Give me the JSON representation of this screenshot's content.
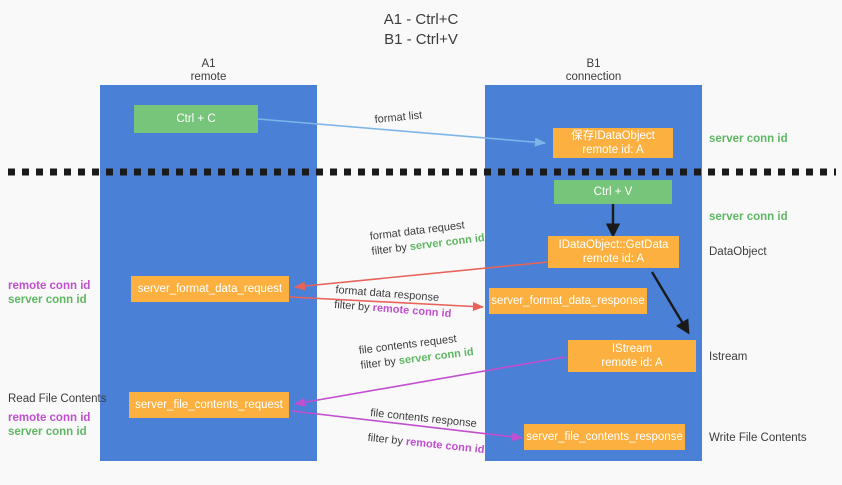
{
  "title": {
    "line1": "A1 - Ctrl+C",
    "line2": "B1 - Ctrl+V"
  },
  "columns": [
    {
      "name": "A1",
      "sub": "remote"
    },
    {
      "name": "B1",
      "sub": "connection"
    }
  ],
  "colors": {
    "lane": "#4a80d6",
    "green_box": "#77c47b",
    "orange_box": "#fbb040",
    "server_conn_id": "#5fb763",
    "remote_conn_id": "#c14fd0",
    "arrow_blue": "#7eb5e8",
    "arrow_red": "#e8635a",
    "arrow_magenta": "#c14fd0",
    "arrow_black": "#1a1a1a",
    "background": "#f9f9f9",
    "text": "#3c3c3c"
  },
  "boxes": {
    "ctrl_c": "Ctrl + C",
    "ctrl_v": "Ctrl + V",
    "save_idataobject_l1": "保存IDataObject",
    "save_idataobject_l2": "remote id: A",
    "getdata_l1": "IDataObject::GetData",
    "getdata_l2": "remote id: A",
    "istream_l1": "IStream",
    "istream_l2": "remote id: A",
    "server_format_data_request": "server_format_data_request",
    "server_format_data_response": "server_format_data_response",
    "server_file_contents_request": "server_file_contents_request",
    "server_file_contents_response": "server_file_contents_response"
  },
  "right_labels": {
    "server_conn_id_top": "server conn id",
    "server_conn_id_mid": "server conn id",
    "dataobject": "DataObject",
    "istream": "Istream",
    "write_file_contents": "Write File Contents"
  },
  "left_labels": {
    "remote_conn_id_1": "remote conn id",
    "server_conn_id_1": "server conn id",
    "read_file_contents": "Read File Contents",
    "remote_conn_id_2": "remote conn id",
    "server_conn_id_2": "server conn id"
  },
  "edge_labels": {
    "format_list": "format list",
    "format_data_request": "format data request",
    "format_data_request_filter_prefix": "filter by ",
    "format_data_request_filter_value": "server conn id",
    "format_data_response": "format data response",
    "format_data_response_filter_prefix": "filter by ",
    "format_data_response_filter_value": "remote conn id",
    "file_contents_request": "file contents request",
    "file_contents_request_filter_prefix": "filter by ",
    "file_contents_request_filter_value": "server conn id",
    "file_contents_response": "file contents response",
    "file_contents_response_filter_prefix": "filter by ",
    "file_contents_response_filter_value": "remote conn id"
  }
}
